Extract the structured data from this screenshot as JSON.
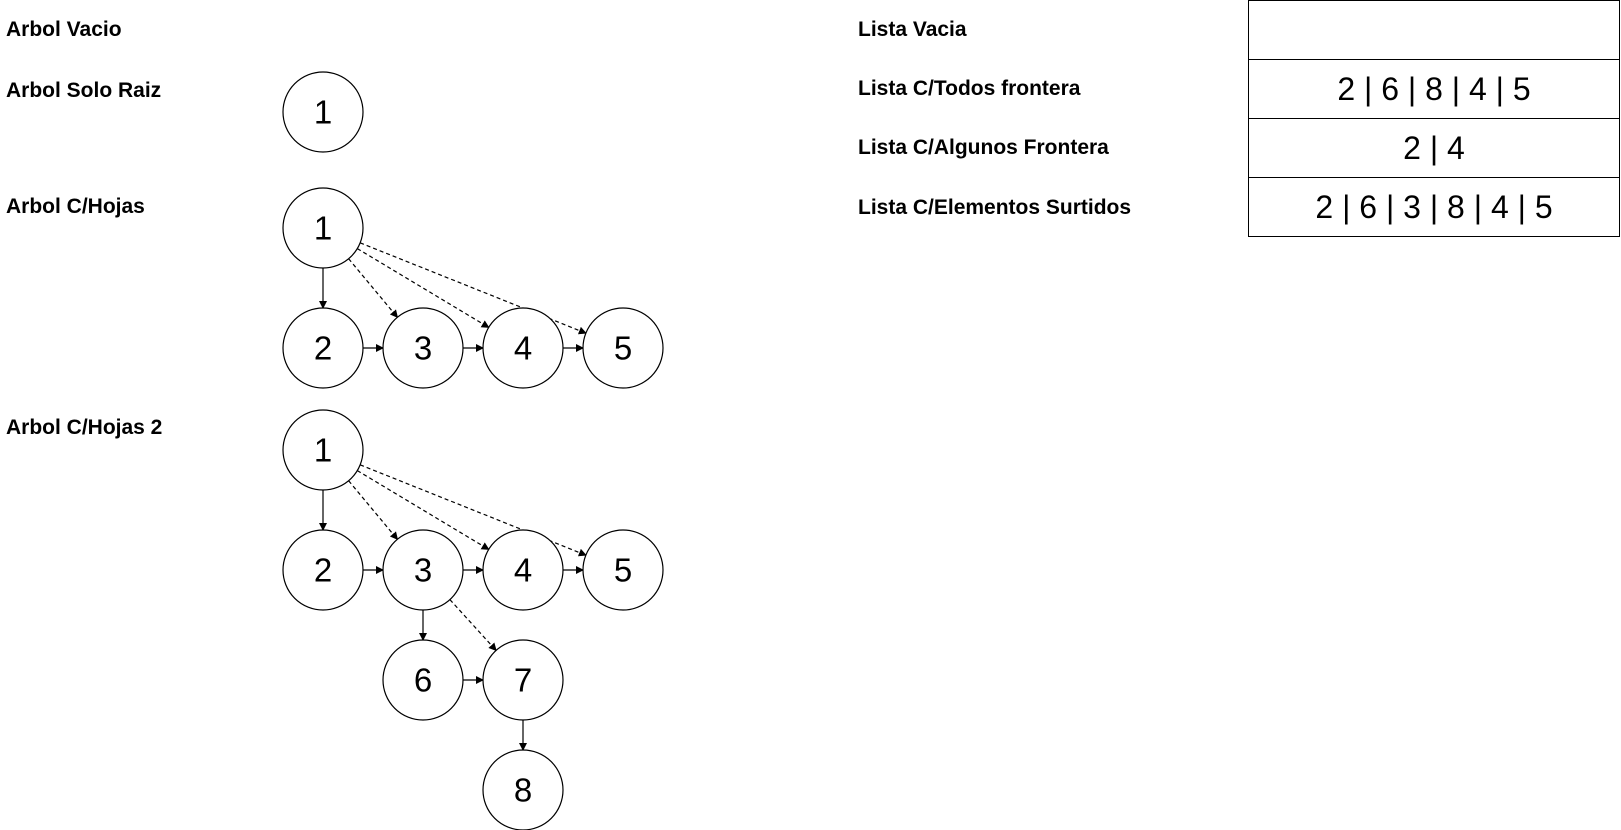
{
  "trees": [
    {
      "label": "Arbol Vacio",
      "nodes": [],
      "edges": []
    },
    {
      "label": "Arbol Solo Raiz",
      "nodes": [
        {
          "id": "1",
          "text": "1"
        }
      ],
      "edges": []
    },
    {
      "label": "Arbol C/Hojas",
      "nodes": [
        {
          "id": "1",
          "text": "1"
        },
        {
          "id": "2",
          "text": "2"
        },
        {
          "id": "3",
          "text": "3"
        },
        {
          "id": "4",
          "text": "4"
        },
        {
          "id": "5",
          "text": "5"
        }
      ],
      "edges": [
        {
          "from": "1",
          "to": "2",
          "style": "solid"
        },
        {
          "from": "1",
          "to": "3",
          "style": "dashed"
        },
        {
          "from": "1",
          "to": "4",
          "style": "dashed"
        },
        {
          "from": "1",
          "to": "5",
          "style": "dashed"
        },
        {
          "from": "2",
          "to": "3",
          "style": "solid"
        },
        {
          "from": "3",
          "to": "4",
          "style": "solid"
        },
        {
          "from": "4",
          "to": "5",
          "style": "solid"
        }
      ]
    },
    {
      "label": "Arbol C/Hojas 2",
      "nodes": [
        {
          "id": "1",
          "text": "1"
        },
        {
          "id": "2",
          "text": "2"
        },
        {
          "id": "3",
          "text": "3"
        },
        {
          "id": "4",
          "text": "4"
        },
        {
          "id": "5",
          "text": "5"
        },
        {
          "id": "6",
          "text": "6"
        },
        {
          "id": "7",
          "text": "7"
        },
        {
          "id": "8",
          "text": "8"
        }
      ],
      "edges": [
        {
          "from": "1",
          "to": "2",
          "style": "solid"
        },
        {
          "from": "1",
          "to": "3",
          "style": "dashed"
        },
        {
          "from": "1",
          "to": "4",
          "style": "dashed"
        },
        {
          "from": "1",
          "to": "5",
          "style": "dashed"
        },
        {
          "from": "2",
          "to": "3",
          "style": "solid"
        },
        {
          "from": "3",
          "to": "4",
          "style": "solid"
        },
        {
          "from": "4",
          "to": "5",
          "style": "solid"
        },
        {
          "from": "3",
          "to": "6",
          "style": "solid"
        },
        {
          "from": "3",
          "to": "7",
          "style": "dashed"
        },
        {
          "from": "6",
          "to": "7",
          "style": "solid"
        },
        {
          "from": "7",
          "to": "8",
          "style": "solid"
        }
      ]
    }
  ],
  "lists": [
    {
      "label": "Lista Vacia",
      "value": ""
    },
    {
      "label": "Lista C/Todos frontera",
      "value": "2 | 6 | 8 | 4 | 5"
    },
    {
      "label": "Lista C/Algunos Frontera",
      "value": "2 | 4"
    },
    {
      "label": "Lista C/Elementos Surtidos",
      "value": "2 | 6 | 3 | 8 | 4 | 5"
    }
  ]
}
